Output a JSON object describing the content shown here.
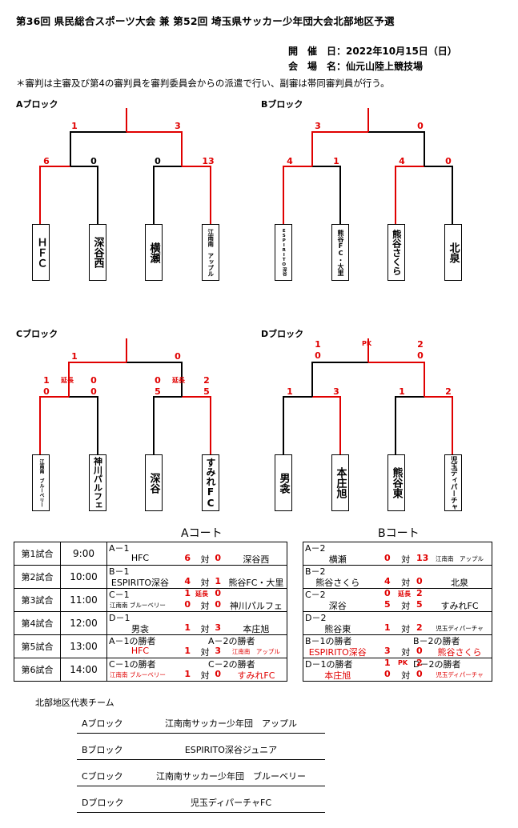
{
  "header": {
    "title": "第36回 県民総合スポーツ大会 兼 第52回 埼玉県サッカー少年団大会北部地区予選",
    "date_line": "開　催　日：2022年10月15日（日）",
    "venue_line": "会　場　名：仙元山陸上競技場",
    "note": "＊審判は主審及び第4の審判員を審判委員会からの派遣で行い、副審は帯同審判員が行う。"
  },
  "blocks": {
    "A": {
      "label": "Aブロック",
      "teams": [
        "ＨＦＣ",
        "深谷西",
        "横瀬",
        "江南南　アップル"
      ],
      "r1": [
        {
          "left": "6",
          "right": "0"
        },
        {
          "left": "0",
          "right": "13"
        }
      ],
      "final": {
        "left": "1",
        "right": "3"
      }
    },
    "B": {
      "label": "Bブロック",
      "teams": [
        "ESPIRITO深谷",
        "熊谷FC・大里",
        "熊谷さくら",
        "北泉"
      ],
      "r1": [
        {
          "left": "4",
          "right": "1"
        },
        {
          "left": "4",
          "right": "0"
        }
      ],
      "final": {
        "left": "3",
        "right": "0"
      }
    },
    "C": {
      "label": "Cブロック",
      "teams": [
        "江南南　ブルーベリー",
        "神川パルフェ",
        "深谷",
        "すみれFC"
      ],
      "r1": [
        {
          "left": "1",
          "left_pk": "0",
          "extra": "延長",
          "right": "0",
          "right_pk": "0"
        },
        {
          "left": "0",
          "left_pk": "5",
          "extra": "延長",
          "right": "2",
          "right_pk": "5"
        }
      ],
      "final": {
        "left": "1",
        "right": "0"
      }
    },
    "D": {
      "label": "Dブロック",
      "teams": [
        "男衾",
        "本庄旭",
        "熊谷東",
        "児玉ディパーチャ"
      ],
      "r1": [
        {
          "left": "1",
          "right": "3"
        },
        {
          "left": "1",
          "right": "2"
        }
      ],
      "final": {
        "left": "1",
        "left_pk": "0",
        "extra": "PK",
        "right": "2",
        "right_pk": "0"
      }
    }
  },
  "courts": {
    "A_title": "Aコート",
    "B_title": "Bコート",
    "vs": "対",
    "games": [
      {
        "name": "第1試合",
        "time": "9:00"
      },
      {
        "name": "第2試合",
        "time": "10:00"
      },
      {
        "name": "第3試合",
        "time": "11:00"
      },
      {
        "name": "第4試合",
        "time": "12:00"
      },
      {
        "name": "第5試合",
        "time": "13:00"
      },
      {
        "name": "第6試合",
        "time": "14:00"
      }
    ],
    "A": [
      {
        "id": "A－1",
        "t1": "HFC",
        "s1": "6",
        "s2": "0",
        "t2": "深谷西"
      },
      {
        "id": "B－1",
        "t1": "ESPIRITO深谷",
        "s1": "4",
        "s2": "1",
        "t2": "熊谷FC・大里"
      },
      {
        "id": "C－1",
        "t1": "江南南 ブルーベリー",
        "s1": "1",
        "s1b": "0",
        "extra": "延長",
        "s2": "0",
        "s2b": "0",
        "t2": "神川パルフェ"
      },
      {
        "id": "D－1",
        "t1": "男衾",
        "s1": "1",
        "s2": "3",
        "t2": "本庄旭"
      },
      {
        "id": "A－1の勝者",
        "r2": "A－2の勝者",
        "t1": "HFC",
        "s1": "1",
        "s2": "3",
        "t2": "江南南　アップル"
      },
      {
        "id": "C－1の勝者",
        "r2": "C－2の勝者",
        "t1": "江南南 ブルーベリー",
        "s1": "1",
        "s2": "0",
        "t2": "すみれFC"
      }
    ],
    "B": [
      {
        "id": "A－2",
        "t1": "横瀬",
        "s1": "0",
        "s2": "13",
        "t2": "江南南　アップル"
      },
      {
        "id": "B－2",
        "t1": "熊谷さくら",
        "s1": "4",
        "s2": "0",
        "t2": "北泉"
      },
      {
        "id": "C－2",
        "t1": "深谷",
        "s1": "0",
        "s1b": "5",
        "extra": "延長",
        "s2": "2",
        "s2b": "5",
        "t2": "すみれFC"
      },
      {
        "id": "D－2",
        "t1": "熊谷東",
        "s1": "1",
        "s2": "2",
        "t2": "児玉ディパーチャ"
      },
      {
        "id": "B－1の勝者",
        "r2": "B－2の勝者",
        "t1": "ESPIRITO深谷",
        "s1": "3",
        "s2": "0",
        "t2": "熊谷さくら"
      },
      {
        "id": "D－1の勝者",
        "r2": "D－2の勝者",
        "t1": "本庄旭",
        "s1": "1",
        "s1b": "0",
        "extra": "PK",
        "s2": "2",
        "s2b": "0",
        "t2": "児玉ディパーチャ"
      }
    ]
  },
  "representatives": {
    "heading": "北部地区代表チーム",
    "rows": [
      {
        "block": "Aブロック",
        "team": "江南南サッカー少年団　アップル"
      },
      {
        "block": "Bブロック",
        "team": "ESPIRITO深谷ジュニア"
      },
      {
        "block": "Cブロック",
        "team": "江南南サッカー少年団　ブルーベリー"
      },
      {
        "block": "Dブロック",
        "team": "児玉ディパーチャFC"
      }
    ]
  },
  "colors": {
    "winner_line": "#e00000",
    "loser_line": "#000000"
  }
}
